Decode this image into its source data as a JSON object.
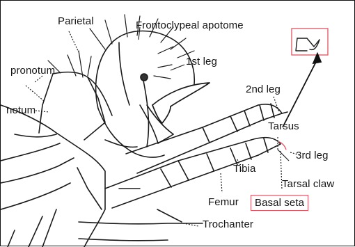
{
  "labels": {
    "parietal": "Parietal",
    "frontoclypeal_apotome": "Frontoclypeal apotome",
    "first_leg": "1st leg",
    "pronotum": "pronotum",
    "notum": "notum",
    "second_leg": "2nd leg",
    "tarsus": "Tarsus",
    "third_leg": "3rd leg",
    "tibia": "Tibia",
    "tarsal_claw": "Tarsal claw",
    "femur": "Femur",
    "basal_seta": "Basal seta",
    "trochanter": "Trochanter"
  },
  "colors": {
    "line": "#1a1a1a",
    "highlight": "#e0525e",
    "claw_accent": "#b0354a"
  }
}
